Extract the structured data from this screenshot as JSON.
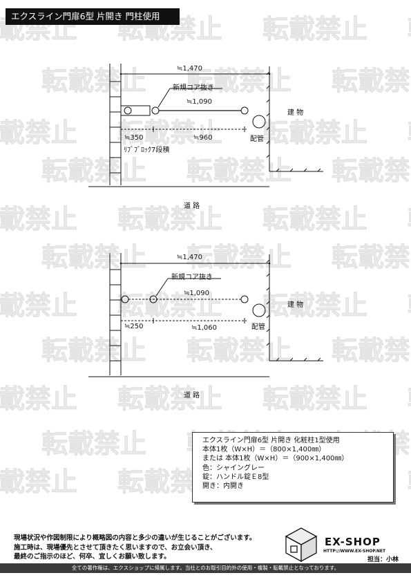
{
  "title": "エクスライン門扉6型 片開き 門柱使用",
  "watermark": "転載禁止",
  "diagram_top": {
    "overall": "≒1,470",
    "core_label": "新規コア抜き",
    "span": "≒1,090",
    "left_offset": "≒350",
    "right_offset": "≒960",
    "block_label": "ﾘﾌﾞﾌﾞﾛｯｸ7段積",
    "pipe_label": "配管",
    "building": "建 物",
    "road": "道 路"
  },
  "diagram_bottom": {
    "overall": "≒1,470",
    "core_label": "新規コア抜き",
    "span": "≒1,090",
    "left_offset": "≒250",
    "right_offset": "≒1,060",
    "pipe_label": "配管",
    "building": "建 物",
    "road": "道 路"
  },
  "spec": {
    "lines": [
      "エクスライン門扉6型 片開き 化粧柱1型使用",
      "本体1枚（W×H）＝（800×1,400㎜）",
      "または 本体1枚（W×H）＝（900×1,400㎜）",
      "色：シャイングレー",
      "錠：ハンドル錠Ｅ8型",
      "開き：内開き"
    ]
  },
  "footer": {
    "notes": [
      "現場状況や作図制限により概略図の内容と多少の違いが生じることがございます。",
      "施工時は、現場優先とさせて頂きたく思いますので、お立会い頂き、",
      "最終のご指示のほど、何卒、宜しくお願い致します。"
    ],
    "brand": "EX-SHOP",
    "url": "HTTP://WWW.EX-SHOP.NET",
    "person": "担当：小林",
    "copyright": "全ての著作権は、エクスショップに帰属します。当社とのお取引目的外の使用・複製・転載禁止となっております。"
  }
}
